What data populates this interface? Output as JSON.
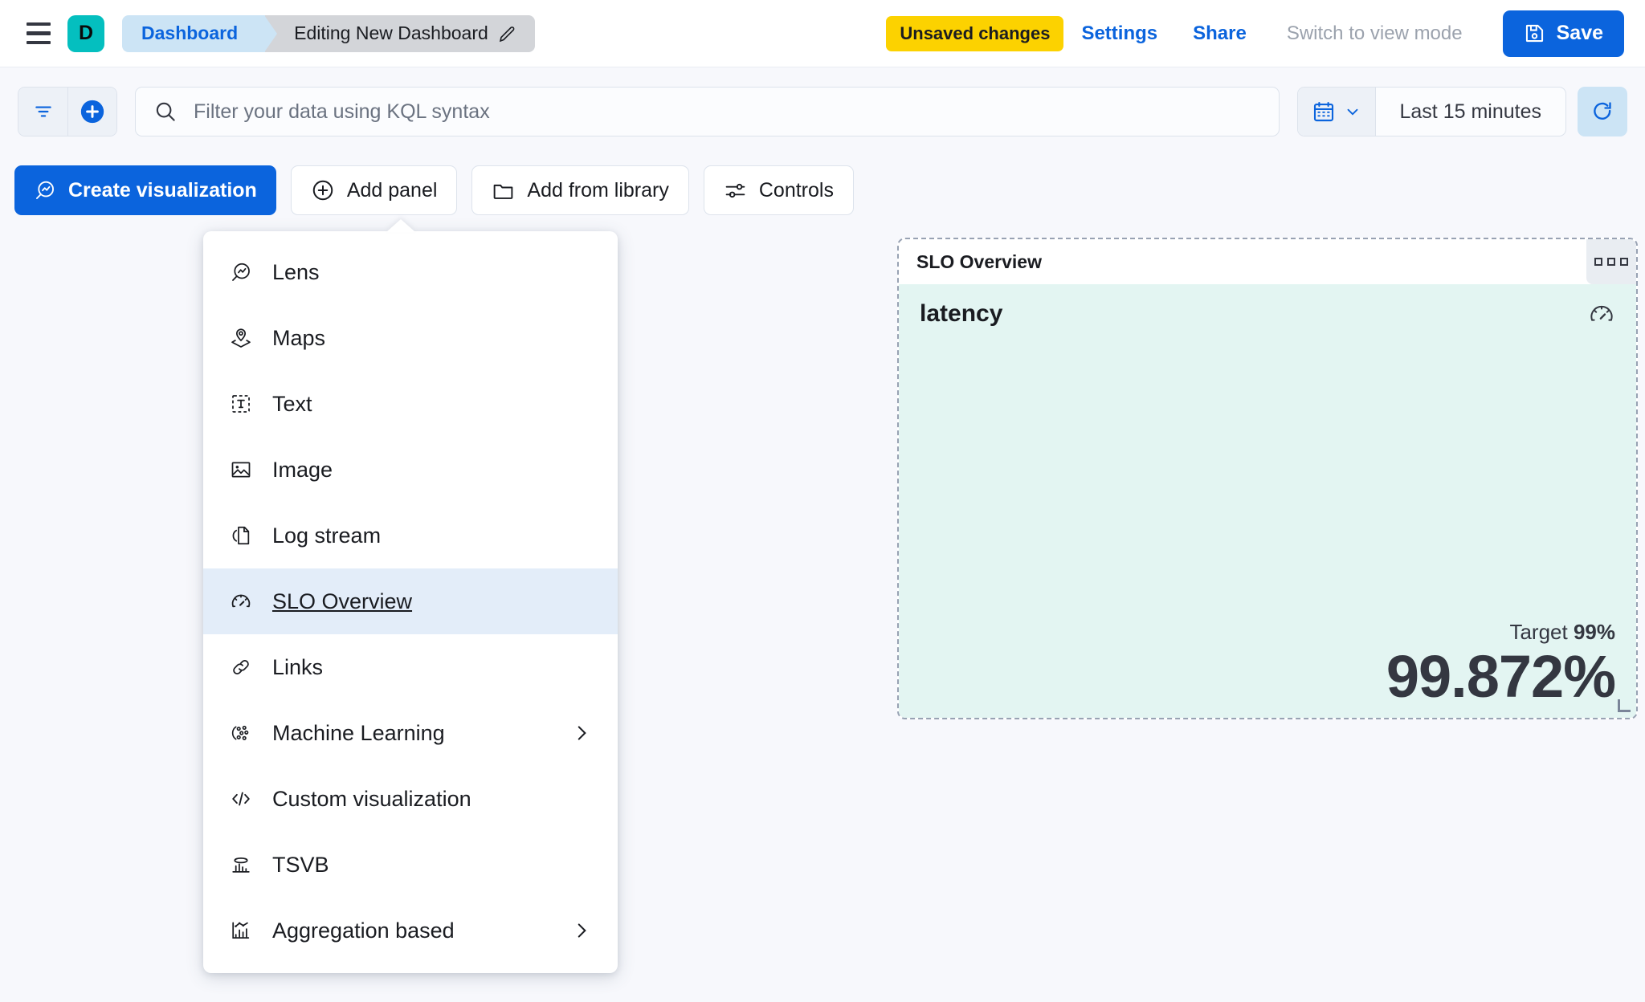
{
  "header": {
    "menu_icon": "hamburger-menu-icon",
    "avatar_letter": "D",
    "avatar_color": "#04BFBF",
    "breadcrumbs": [
      {
        "label": "Dashboard",
        "active": true
      },
      {
        "label": "Editing New Dashboard",
        "editable": true
      }
    ],
    "edit_icon": "pencil-icon",
    "unsaved_badge": "Unsaved changes",
    "unsaved_badge_color": "#FCD200",
    "settings_label": "Settings",
    "share_label": "Share",
    "view_mode_label": "Switch to view mode",
    "save_label": "Save",
    "save_icon": "save-disk-icon",
    "accent_color": "#0B64DD"
  },
  "query_bar": {
    "filter_icon": "filter-list-icon",
    "add_filter_icon": "plus-circle-icon",
    "search_icon": "search-icon",
    "placeholder": "Filter your data using KQL syntax",
    "value": "",
    "calendar_icon": "calendar-icon",
    "chevron_icon": "chevron-down-icon",
    "time_range": "Last 15 minutes",
    "refresh_icon": "refresh-icon"
  },
  "toolbar": {
    "buttons": [
      {
        "label": "Create visualization",
        "icon": "lens-icon",
        "primary": true
      },
      {
        "label": "Add panel",
        "icon": "plus-circle-icon",
        "primary": false
      },
      {
        "label": "Add from library",
        "icon": "folder-icon",
        "primary": false
      },
      {
        "label": "Controls",
        "icon": "controls-sliders-icon",
        "primary": false
      }
    ]
  },
  "add_panel_menu": {
    "items": [
      {
        "label": "Lens",
        "icon": "lens-icon",
        "selected": false,
        "submenu": false
      },
      {
        "label": "Maps",
        "icon": "maps-pin-layers-icon",
        "selected": false,
        "submenu": false
      },
      {
        "label": "Text",
        "icon": "text-box-icon",
        "selected": false,
        "submenu": false
      },
      {
        "label": "Image",
        "icon": "image-icon",
        "selected": false,
        "submenu": false
      },
      {
        "label": "Log stream",
        "icon": "log-stream-icon",
        "selected": false,
        "submenu": false
      },
      {
        "label": "SLO Overview",
        "icon": "gauge-icon",
        "selected": true,
        "submenu": false
      },
      {
        "label": "Links",
        "icon": "link-icon",
        "selected": false,
        "submenu": false
      },
      {
        "label": "Machine Learning",
        "icon": "machine-learning-icon",
        "selected": false,
        "submenu": true
      },
      {
        "label": "Custom visualization",
        "icon": "code-brackets-icon",
        "selected": false,
        "submenu": false
      },
      {
        "label": "TSVB",
        "icon": "tsvb-bar-chart-icon",
        "selected": false,
        "submenu": false
      },
      {
        "label": "Aggregation based",
        "icon": "aggregation-chart-icon",
        "selected": false,
        "submenu": true
      }
    ],
    "submenu_icon": "chevron-right-icon",
    "selected_background": "#E3EDF9"
  },
  "panel": {
    "title": "SLO Overview",
    "menu_icon": "panel-context-menu-icon",
    "slo_name": "latency",
    "slo_icon": "gauge-icon",
    "target_label": "Target",
    "target_value": "99%",
    "sli_value": "99.872%",
    "background_color": "#E3F5F2",
    "resize_handle_icon": "resize-handle-icon"
  }
}
